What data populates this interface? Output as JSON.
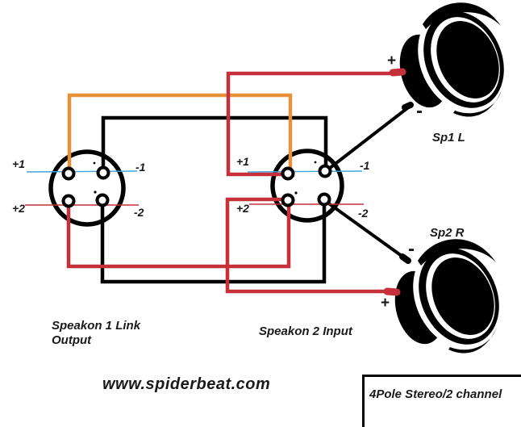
{
  "diagram": {
    "connector1": {
      "label_line1": "Speakon 1 Link",
      "label_line2": "Output",
      "pins": {
        "plus1": "+1",
        "minus1": "-1",
        "plus2": "+2",
        "minus2": "-2"
      }
    },
    "connector2": {
      "label": "Speakon 2 Input",
      "pins": {
        "plus1": "+1",
        "minus1": "-1",
        "plus2": "+2",
        "minus2": "-2"
      }
    },
    "speaker1": {
      "name": "Sp1 L",
      "plus_sign": "+",
      "minus_sign": "-"
    },
    "speaker2": {
      "name": "Sp2 R",
      "plus_sign": "+",
      "minus_sign": "-"
    },
    "website": "www.spiderbeat.com",
    "caption": "4Pole Stereo/2 channel",
    "colors": {
      "wire_red": "#c5303a",
      "wire_orange": "#e8913d",
      "wire_black": "#000000",
      "pointer_blue": "#3fa3dc",
      "pointer_red": "#c5303a"
    }
  }
}
